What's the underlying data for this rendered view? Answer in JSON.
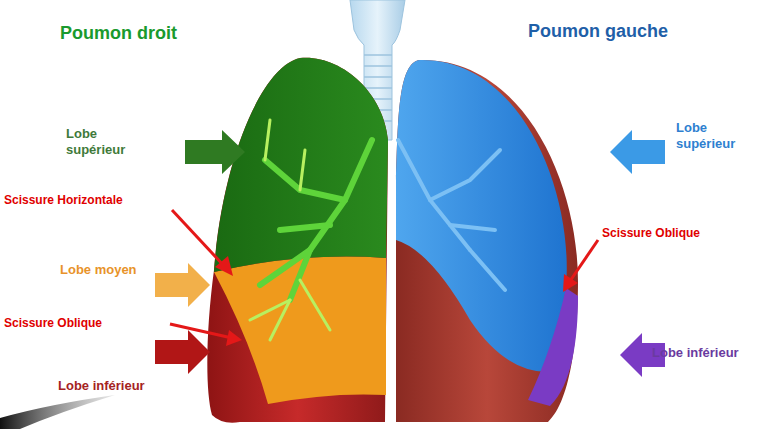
{
  "diagram": {
    "labels": [
      "Poumon droit",
      "Poumon gauche",
      "Lobe supérieur",
      "Lobe supérieur",
      "Scissure Horizontale",
      "Scissure Oblique",
      "Lobe moyen",
      "Scissure Oblique",
      "Lobe inférieur",
      "Lobe inférieur"
    ]
  }
}
